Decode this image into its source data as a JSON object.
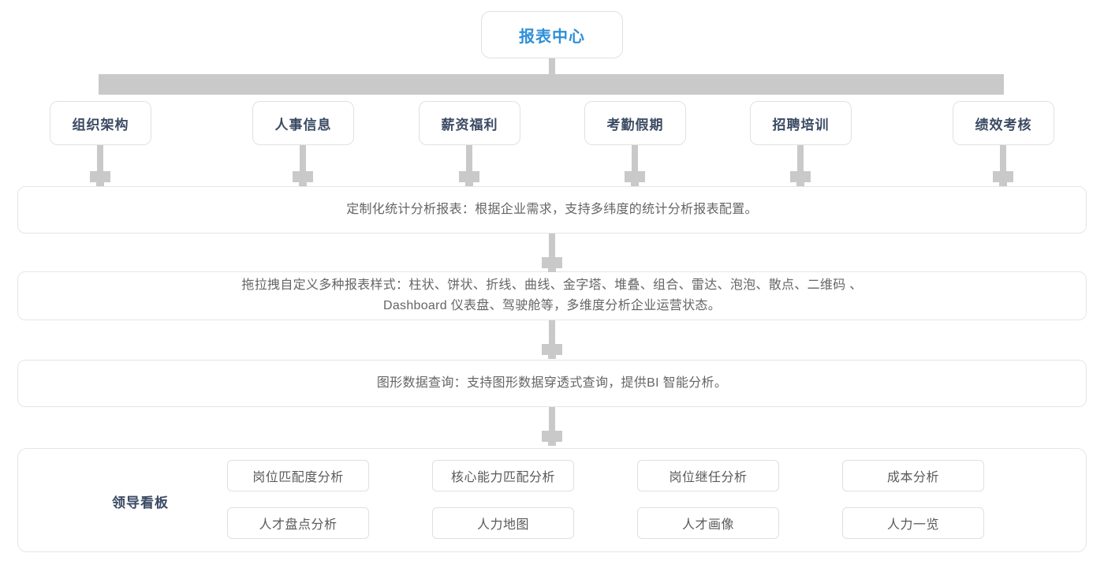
{
  "root": {
    "label": "报表中心",
    "accent_color": "#2f8fd8"
  },
  "categories": [
    {
      "label": "组织架构"
    },
    {
      "label": "人事信息"
    },
    {
      "label": "薪资福利"
    },
    {
      "label": "考勤假期"
    },
    {
      "label": "招聘培训"
    },
    {
      "label": "绩效考核"
    }
  ],
  "rows": [
    {
      "lines": [
        "定制化统计分析报表：根据企业需求，支持多纬度的统计分析报表配置。"
      ]
    },
    {
      "lines": [
        "拖拉拽自定义多种报表样式：柱状、饼状、折线、曲线、金字塔、堆叠、组合、雷达、泡泡、散点、二维码 、",
        "Dashboard 仪表盘、驾驶舱等，多维度分析企业运营状态。"
      ]
    },
    {
      "lines": [
        "图形数据查询：支持图形数据穿透式查询，提供BI 智能分析。"
      ]
    }
  ],
  "panel": {
    "title": "领导看板",
    "chips": [
      {
        "label": "岗位匹配度分析"
      },
      {
        "label": "核心能力匹配分析"
      },
      {
        "label": "岗位继任分析"
      },
      {
        "label": "成本分析"
      },
      {
        "label": "人才盘点分析"
      },
      {
        "label": "人力地图"
      },
      {
        "label": "人才画像"
      },
      {
        "label": "人力一览"
      }
    ]
  },
  "theme": {
    "connector_color": "#c9c9c9",
    "border_color": "#e3e3e3",
    "title_text_color": "#3b4a63",
    "body_text_color": "#656565"
  }
}
